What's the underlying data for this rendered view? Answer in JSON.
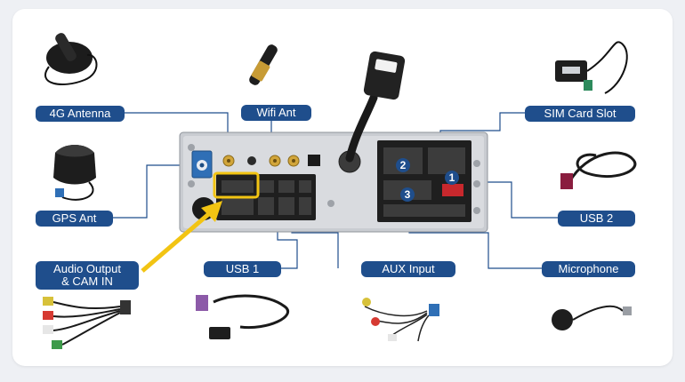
{
  "labels": {
    "antenna_4g": "4G Antenna",
    "wifi_ant": "Wifi Ant",
    "sim_card_slot": "SIM Card Slot",
    "gps_ant": "GPS Ant",
    "usb_2": "USB 2",
    "audio_output": "Audio Output\n& CAM IN",
    "usb_1": "USB 1",
    "aux_input": "AUX Input",
    "microphone": "Microphone"
  },
  "badges": {
    "b1": "1",
    "b2": "2",
    "b3": "3"
  },
  "colors": {
    "label_bg": "#1f4e8c",
    "line": "#1f4e8c",
    "highlight": "#f2c413",
    "badge_red": "#c8282d"
  },
  "icons": {
    "antenna_4g": "magnetic-antenna-icon",
    "wifi": "wifi-antenna-icon",
    "sim": "sim-card-module-icon",
    "gps": "gps-puck-icon",
    "usb2": "usb-cable-icon",
    "audio": "rca-harness-icon",
    "usb1": "usb-extension-cable-icon",
    "aux": "aux-harness-icon",
    "mic": "microphone-icon",
    "hdmi": "hdmi-cable-icon",
    "head_unit": "head-unit-rear-panel-icon"
  }
}
